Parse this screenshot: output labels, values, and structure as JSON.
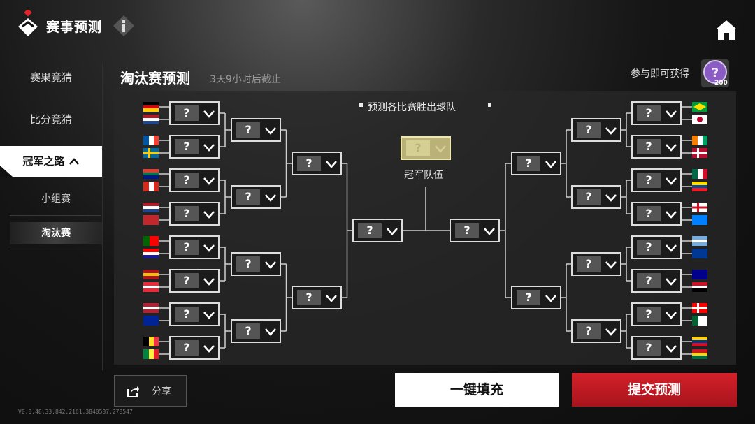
{
  "app_title": "赛事预测",
  "sidebar": {
    "items": [
      {
        "label": "赛果竞猜"
      },
      {
        "label": "比分竞猜"
      },
      {
        "label": "冠军之路"
      }
    ],
    "sub_items": [
      {
        "label": "小组赛"
      },
      {
        "label": "淘汰赛"
      }
    ]
  },
  "section": {
    "title": "淘汰赛预测",
    "deadline": "3天9小时后截止",
    "reward_label": "参与即可获得",
    "reward_count": "200"
  },
  "bracket": {
    "instruction": "预测各比赛胜出球队",
    "champion_label": "冠军队伍",
    "placeholder": "?",
    "left_flags": [
      "germany-flag",
      "netherlands-flag",
      "france-flag",
      "sweden-flag",
      "south-africa-flag",
      "canada-flag",
      "netherlands-flag",
      "morocco-flag",
      "portugal-flag",
      "croatia-flag",
      "spain-flag",
      "austria-flag",
      "usa-flag",
      "bosnia-flag",
      "belgium-flag",
      "senegal-flag"
    ],
    "right_flags": [
      "brazil-flag",
      "japan-flag",
      "ivory-coast-flag",
      "norway-flag",
      "mexico-flag",
      "ecuador-flag",
      "england-flag",
      "dr-congo-flag",
      "argentina-flag",
      "cape-verde-flag",
      "australia-flag",
      "egypt-flag",
      "switzerland-flag",
      "algeria-flag",
      "colombia-flag",
      "ghana-flag"
    ]
  },
  "buttons": {
    "share": "分享",
    "autofill": "一键填充",
    "submit": "提交预测"
  },
  "version": "V0.0.48.33.842.2161.3840587.278547",
  "colors": {
    "submit": "#c81a22",
    "champion_box": "#b9b177",
    "panel": "#282828"
  }
}
